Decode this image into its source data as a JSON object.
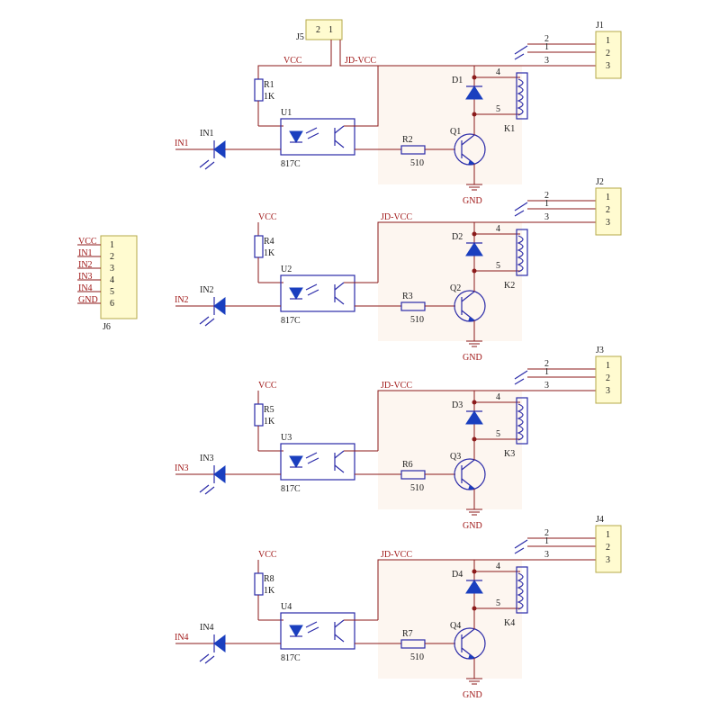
{
  "power_connector": {
    "ref": "J5",
    "pins": [
      "2",
      "1"
    ]
  },
  "nets": {
    "vcc": "VCC",
    "jd_vcc": "JD-VCC",
    "gnd": "GND"
  },
  "input_header": {
    "ref": "J6",
    "signals": [
      "VCC",
      "IN1",
      "IN2",
      "IN3",
      "IN4",
      "GND"
    ],
    "pins": [
      "1",
      "2",
      "3",
      "4",
      "5",
      "6"
    ]
  },
  "channels": [
    {
      "input": "IN1",
      "led": "IN1",
      "resistor_pullup": "R1",
      "pullup_value": "1K",
      "opto": "U1",
      "opto_part": "817C",
      "resistor_base": "R2",
      "base_value": "510",
      "transistor": "Q1",
      "diode": "D1",
      "relay": "K1",
      "relay_pins": [
        "4",
        "5"
      ],
      "output_connector": "J1",
      "output_pins": [
        "2",
        "1",
        "3"
      ],
      "header_pins": [
        "1",
        "2",
        "3"
      ],
      "vcc_label": "VCC",
      "jdvcc_label": "JD-VCC",
      "gnd_label": "GND"
    },
    {
      "input": "IN2",
      "led": "IN2",
      "resistor_pullup": "R4",
      "pullup_value": "1K",
      "opto": "U2",
      "opto_part": "817C",
      "resistor_base": "R3",
      "base_value": "510",
      "transistor": "Q2",
      "diode": "D2",
      "relay": "K2",
      "relay_pins": [
        "4",
        "5"
      ],
      "output_connector": "J2",
      "output_pins": [
        "2",
        "1",
        "3"
      ],
      "header_pins": [
        "1",
        "2",
        "3"
      ],
      "vcc_label": "VCC",
      "jdvcc_label": "JD-VCC",
      "gnd_label": "GND"
    },
    {
      "input": "IN3",
      "led": "IN3",
      "resistor_pullup": "R5",
      "pullup_value": "1K",
      "opto": "U3",
      "opto_part": "817C",
      "resistor_base": "R6",
      "base_value": "510",
      "transistor": "Q3",
      "diode": "D3",
      "relay": "K3",
      "relay_pins": [
        "4",
        "5"
      ],
      "output_connector": "J3",
      "output_pins": [
        "2",
        "1",
        "3"
      ],
      "header_pins": [
        "1",
        "2",
        "3"
      ],
      "vcc_label": "VCC",
      "jdvcc_label": "JD-VCC",
      "gnd_label": "GND"
    },
    {
      "input": "IN4",
      "led": "IN4",
      "resistor_pullup": "R8",
      "pullup_value": "1K",
      "opto": "U4",
      "opto_part": "817C",
      "resistor_base": "R7",
      "base_value": "510",
      "transistor": "Q4",
      "diode": "D4",
      "relay": "K4",
      "relay_pins": [
        "4",
        "5"
      ],
      "output_connector": "J4",
      "output_pins": [
        "2",
        "1",
        "3"
      ],
      "header_pins": [
        "1",
        "2",
        "3"
      ],
      "vcc_label": "VCC",
      "jdvcc_label": "JD-VCC",
      "gnd_label": "GND"
    }
  ],
  "colors": {
    "wire": "#8b1a1a",
    "component": "#2a2aa8",
    "diode_fill": "#1a3fbf",
    "connector_fill": "#fffbd0",
    "connector_border": "#b5a84a"
  }
}
